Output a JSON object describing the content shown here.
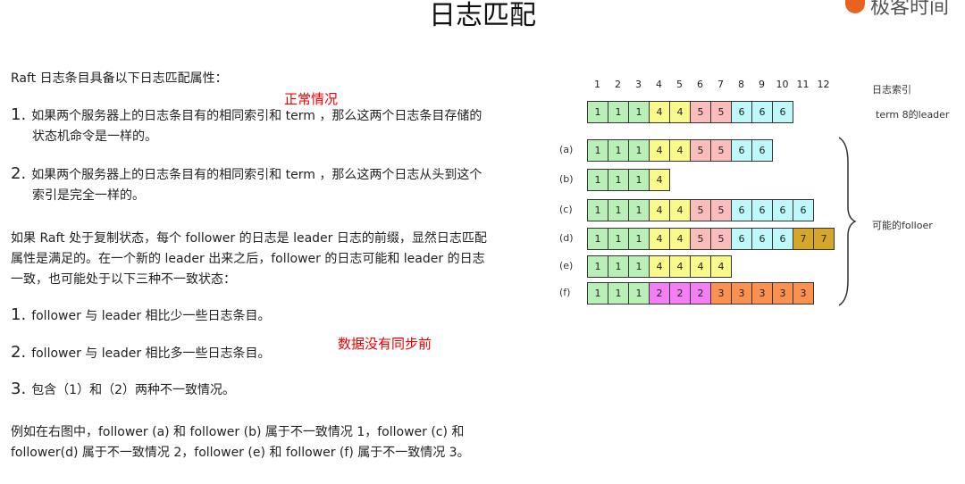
{
  "page": {
    "title": "日志匹配",
    "logo_text": "极客时间"
  },
  "left": {
    "intro": "Raft 日志条目具备以下日志匹配属性：",
    "annotation_normal": "正常情况",
    "props": [
      {
        "num": "1.",
        "line1": "如果两个服务器上的日志条目有的相同索引和 term ，那么这两个日志条目存储的",
        "line2": "状态机命令是一样的。"
      },
      {
        "num": "2.",
        "line1": "如果两个服务器上的日志条目有的相同索引和 term ，那么这两个日志从头到这个",
        "line2": "索引是完全一样的。"
      }
    ],
    "para": [
      "如果 Raft 处于复制状态，每个 follower 的日志是 leader 日志的前缀，显然日志匹配",
      "属性是满足的。在一个新的 leader 出来之后，follower 的日志可能和 leader 的日志",
      "一致，也可能处于以下三种不一致状态："
    ],
    "states": [
      {
        "num": "1.",
        "text": "follower 与 leader 相比少一些日志条目。"
      },
      {
        "num": "2.",
        "text": "follower 与 leader 相比多一些日志条目。"
      },
      {
        "num": "3.",
        "text": "包含（1）和（2）两种不一致情况。"
      }
    ],
    "annotation_unsynced": "数据没有同步前",
    "example": [
      "例如在右图中，follower (a) 和 follower (b) 属于不一致情况 1，follower (c) 和",
      "follower(d) 属于不一致情况 2，follower (e) 和 follower (f) 属于不一致情况 3。"
    ]
  },
  "diagram": {
    "index_label": "日志索引",
    "leader_label": "term 8的leader",
    "followers_label": "可能的folloer",
    "indices": [
      "1",
      "2",
      "3",
      "4",
      "5",
      "6",
      "7",
      "8",
      "9",
      "10",
      "11",
      "12"
    ],
    "colors": {
      "1": "#b8f0b8",
      "2": "#f47ef4",
      "3": "#fa9150",
      "4": "#fafa8c",
      "5": "#fbbcbc",
      "6": "#bff8fb",
      "7": "#d5a628"
    },
    "leader": [
      1,
      1,
      1,
      4,
      4,
      5,
      5,
      6,
      6,
      6
    ],
    "followers": [
      {
        "label": "(a)",
        "entries": [
          1,
          1,
          1,
          4,
          4,
          5,
          5,
          6,
          6
        ]
      },
      {
        "label": "(b)",
        "entries": [
          1,
          1,
          1,
          4
        ]
      },
      {
        "label": "(c)",
        "entries": [
          1,
          1,
          1,
          4,
          4,
          5,
          5,
          6,
          6,
          6,
          6
        ]
      },
      {
        "label": "(d)",
        "entries": [
          1,
          1,
          1,
          4,
          4,
          5,
          5,
          6,
          6,
          6,
          7,
          7
        ]
      },
      {
        "label": "(e)",
        "entries": [
          1,
          1,
          1,
          4,
          4,
          4,
          4
        ]
      },
      {
        "label": "(f)",
        "entries": [
          1,
          1,
          1,
          2,
          2,
          2,
          3,
          3,
          3,
          3,
          3
        ]
      }
    ]
  }
}
